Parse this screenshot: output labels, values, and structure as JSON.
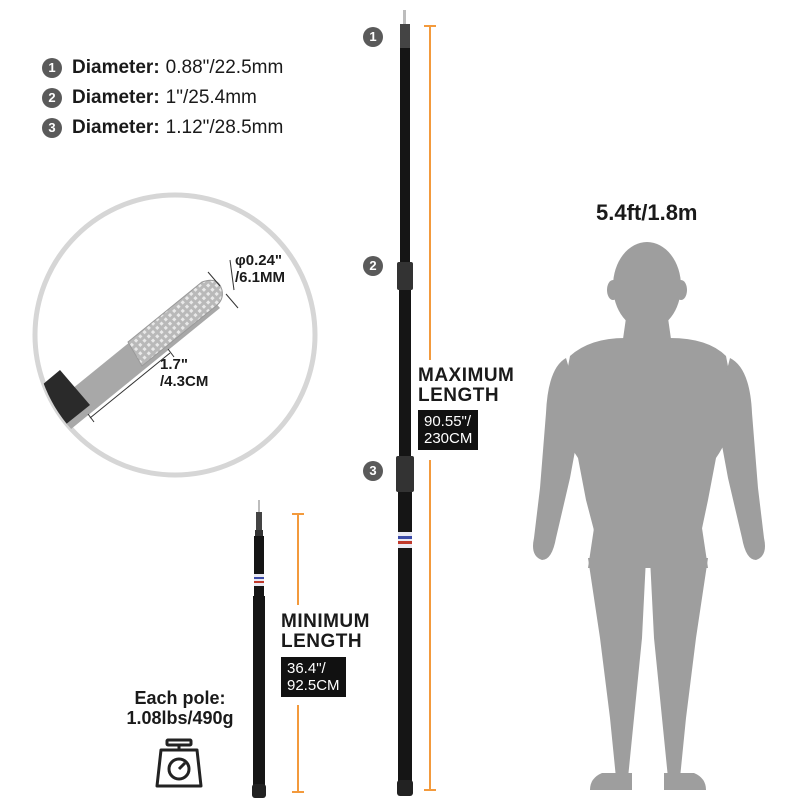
{
  "diameters": [
    {
      "num": "1",
      "label": "Diameter:",
      "value": "0.88\"/22.5mm"
    },
    {
      "num": "2",
      "label": "Diameter:",
      "value": "1\"/25.4mm"
    },
    {
      "num": "3",
      "label": "Diameter:",
      "value": "1.12\"/28.5mm"
    }
  ],
  "pole_badges": [
    "1",
    "2",
    "3"
  ],
  "detail": {
    "tip_diameter_line1": "φ0.24\"",
    "tip_diameter_line2": "/6.1MM",
    "tip_length_line1": "1.7\"",
    "tip_length_line2": "/4.3CM"
  },
  "maximum": {
    "label_line1": "MAXIMUM",
    "label_line2": "LENGTH",
    "value_line1": "90.55\"/",
    "value_line2": "230CM"
  },
  "minimum": {
    "label_line1": "MINIMUM",
    "label_line2": "LENGTH",
    "value_line1": "36.4\"/",
    "value_line2": "92.5CM"
  },
  "weight": {
    "line1": "Each pole:",
    "line2": "1.08lbs/490g"
  },
  "human_height": "5.4ft/1.8m",
  "colors": {
    "dimension_line": "#f39a3c",
    "badge": "#5a5a5a",
    "pole": "#151515",
    "silhouette": "#9e9e9e",
    "detail_circle": "#d6d6d6"
  }
}
